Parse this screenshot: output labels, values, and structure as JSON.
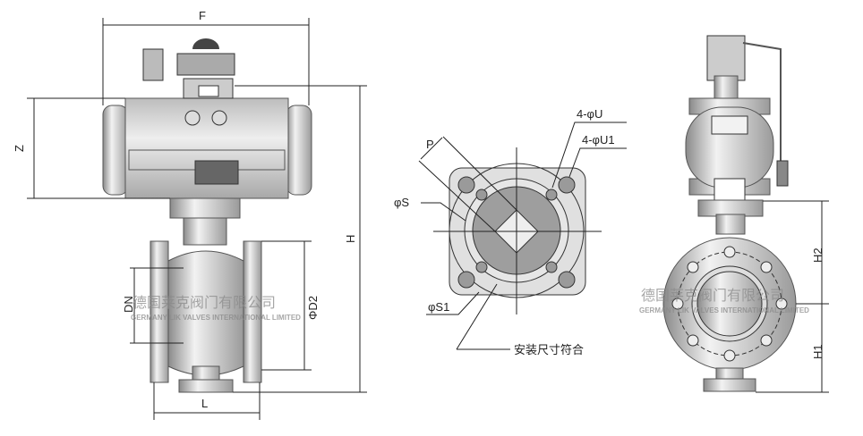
{
  "left_view": {
    "dim_F": "F",
    "dim_Z": "Z",
    "dim_H": "H",
    "dim_DN": "DN",
    "dim_D2": "ΦD2",
    "dim_L": "L"
  },
  "middle_view": {
    "dim_P": "P",
    "dim_S": "φS",
    "dim_S1": "φS1",
    "dim_U": "4-φU",
    "dim_U1": "4-φU1",
    "note": "安装尺寸符合"
  },
  "right_view": {
    "dim_H2": "H2",
    "dim_H1": "H1"
  },
  "watermarks": [
    {
      "cn": "德国莱克阀门有限公司",
      "en": "GERMANY LIK VALVES INTERNATIONAL LIMITED"
    },
    {
      "cn": "德国莱克阀门有限公司",
      "en": "GERMANY LIK VALVES INTERNATIONAL LIMITED"
    }
  ],
  "colors": {
    "metal_light": "#dcdcdc",
    "metal_dark": "#9a9a9a",
    "line": "#222222"
  }
}
